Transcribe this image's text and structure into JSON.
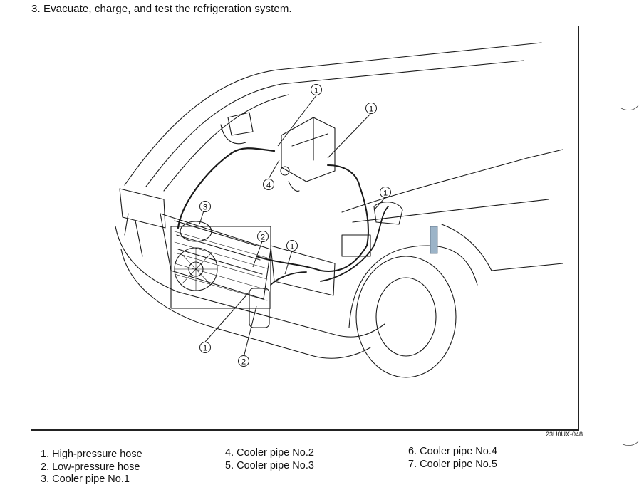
{
  "heading": "3. Evacuate, charge, and test the refrigeration system.",
  "figure": {
    "id": "23U0UX-048",
    "callouts": [
      "1",
      "1",
      "1",
      "1",
      "2",
      "2",
      "3",
      "4"
    ]
  },
  "legend": [
    [
      "1. High-pressure hose",
      "2. Low-pressure hose",
      "3. Cooler pipe No.1"
    ],
    [
      "4. Cooler pipe No.2",
      "5. Cooler pipe No.3"
    ],
    [
      "6. Cooler pipe No.4",
      "7. Cooler pipe No.5"
    ]
  ],
  "colors": {
    "marker": "#9cb4c8",
    "line": "#1a1a1a"
  }
}
